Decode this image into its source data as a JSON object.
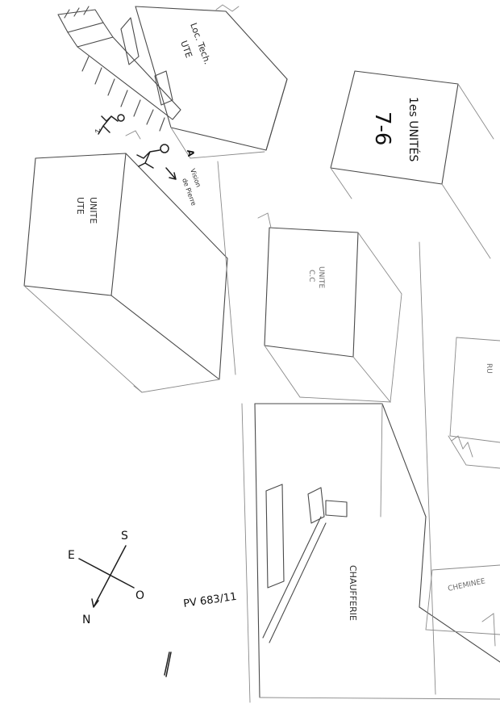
{
  "labels": {
    "loc_tech_line1": "Loc. Tech.",
    "loc_tech_line2": "UTE",
    "unite_ute_line1": "UNITE",
    "unite_ute_line2": "UTE",
    "unites_line1": "1es UNITÉS",
    "unites_numbers": "7-6",
    "center_unit_line1": "UNITE",
    "center_unit_line2": "C.C",
    "right_unit": "RU",
    "chaufferie": "CHAUFFERIE",
    "cheminee": "CHEMINEE",
    "observer_marker": "A",
    "vision_line1": "Vision",
    "vision_line2": "de Pierre",
    "figure2_marker": "2",
    "pv_reference": "PV 683/11"
  },
  "compass": {
    "south": "S",
    "west": "O",
    "north": "N",
    "east": "E"
  },
  "colors": {
    "ink": "#4a4a4a",
    "paper": "#ffffff"
  }
}
